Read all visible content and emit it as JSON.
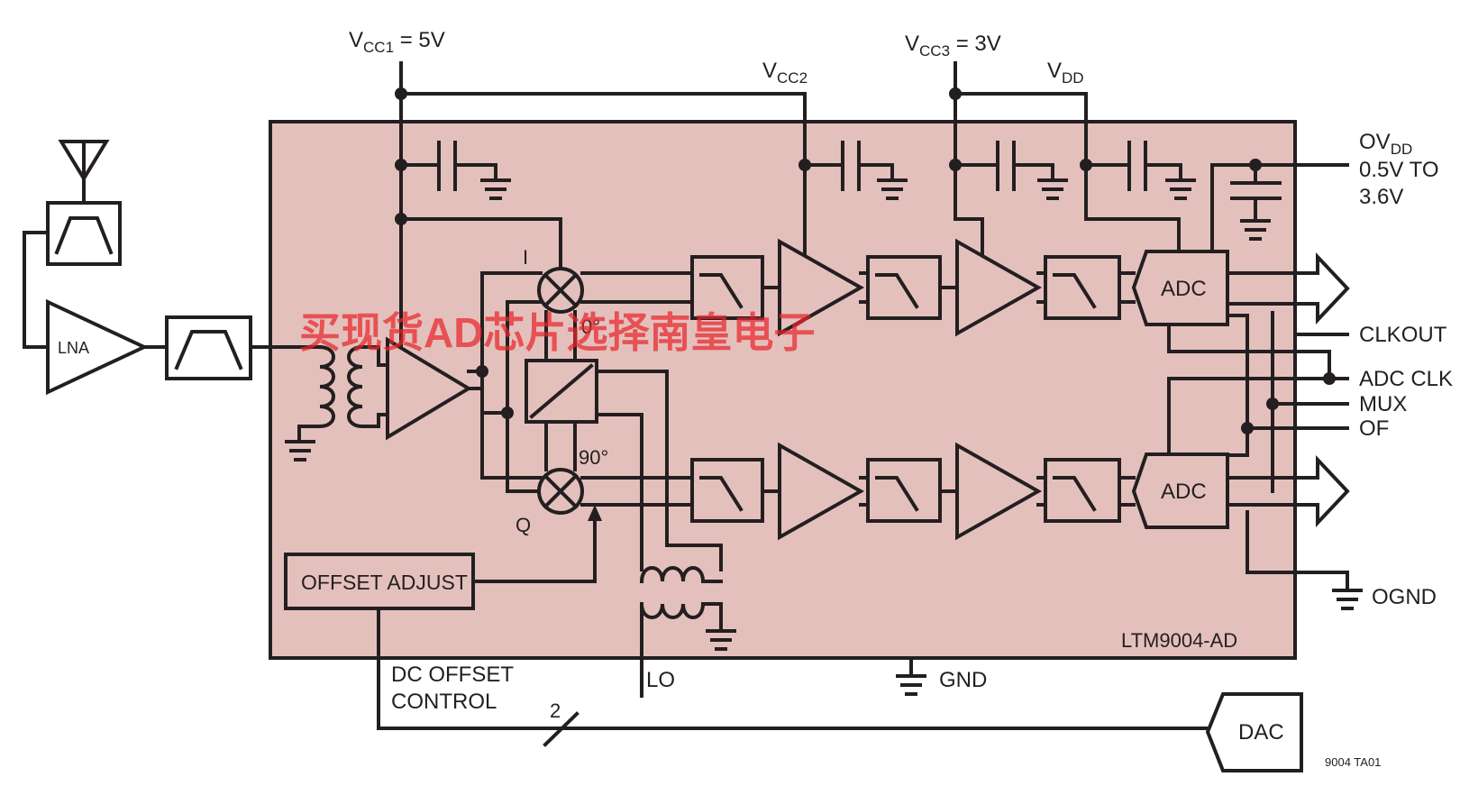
{
  "colors": {
    "package_fill": "#e4c0bd",
    "line": "#231f20",
    "watermark": "#e8262b"
  },
  "supplies": {
    "vcc1": {
      "main": "V",
      "sub": "CC1",
      "suffix": " = 5V"
    },
    "vcc2": {
      "main": "V",
      "sub": "CC2",
      "suffix": ""
    },
    "vcc3": {
      "main": "V",
      "sub": "CC3",
      "suffix": " = 3V"
    },
    "vdd": {
      "main": "V",
      "sub": "DD",
      "suffix": ""
    },
    "ovdd": {
      "main": "OV",
      "sub": "DD",
      "line2": "0.5V TO",
      "line3": "3.6V"
    }
  },
  "blocks": {
    "lna": "LNA",
    "adc_i": "ADC",
    "adc_q": "ADC",
    "offset_adjust": "OFFSET ADJUST",
    "dac": "DAC"
  },
  "labels": {
    "i_channel": "I",
    "q_channel": "Q",
    "phase_0": "0°",
    "phase_90": "90°",
    "part_number": "LTM9004-AD",
    "lo": "LO",
    "gnd": "GND",
    "ognd": "OGND",
    "clkout": "CLKOUT",
    "adc_clk": "ADC CLK",
    "mux": "MUX",
    "of": "OF",
    "dc_offset_line1": "DC OFFSET",
    "dc_offset_line2": "CONTROL",
    "bus_width": "2",
    "figure_id": "9004 TA01"
  },
  "watermark": "买现货AD芯片选择南皇电子"
}
